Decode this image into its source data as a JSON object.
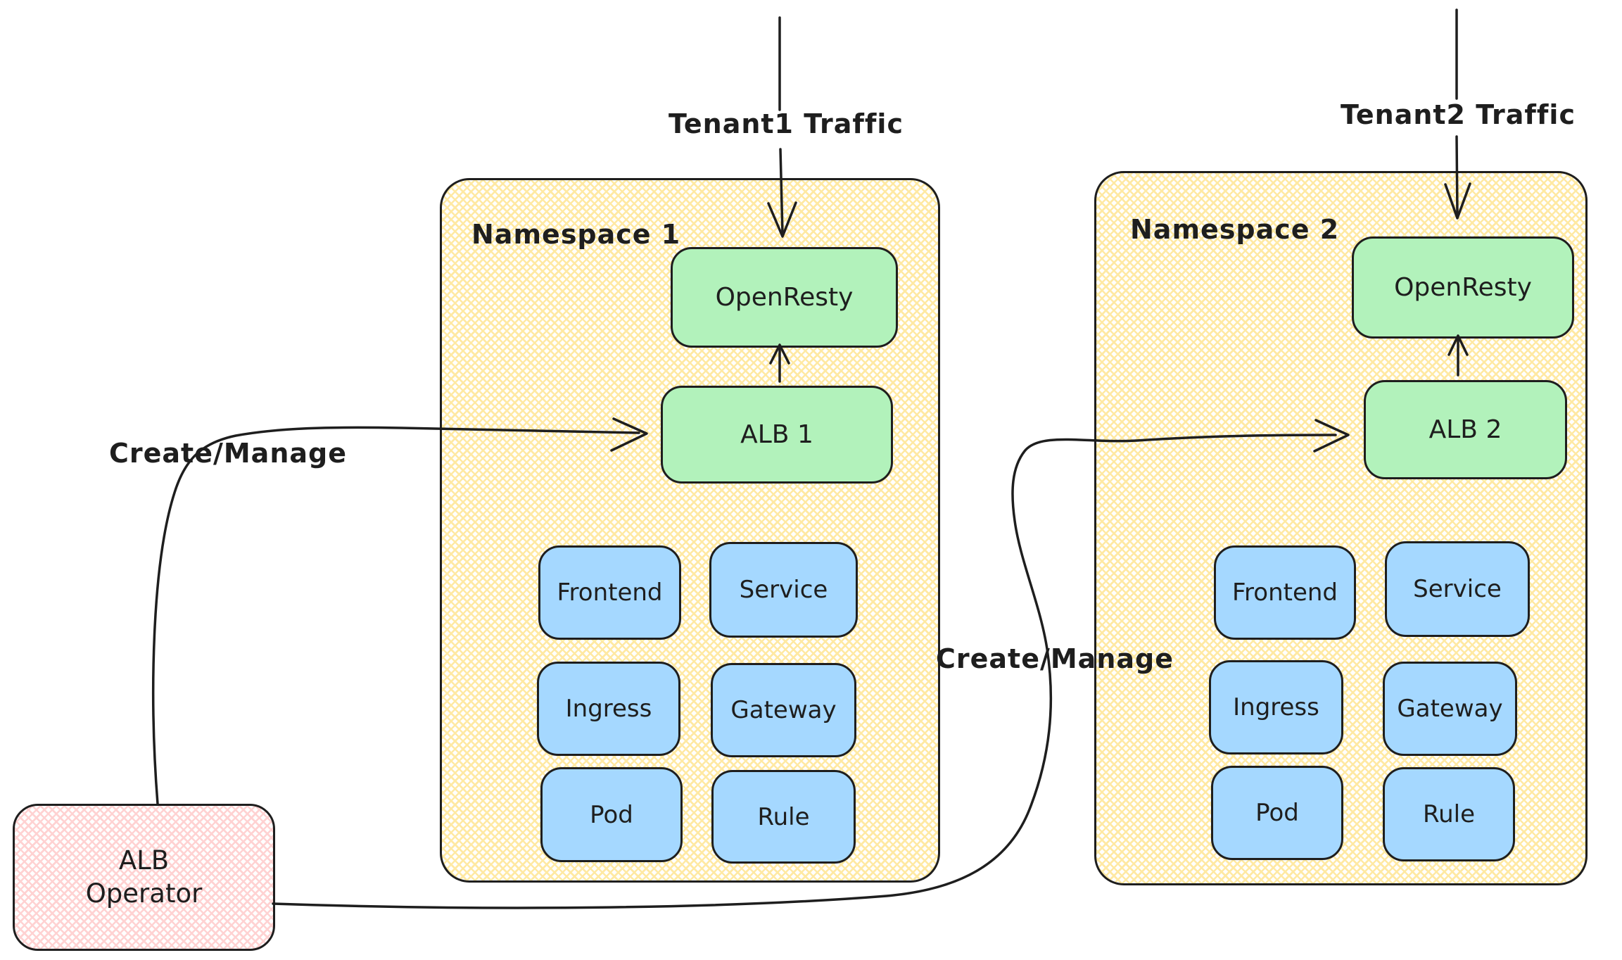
{
  "palette": {
    "stroke": "#1e1e1e",
    "namespace_fill": "#ffec99",
    "operator_fill": "#ffc9c9",
    "loadbalancer_fill": "#b2f2bb",
    "resource_fill": "#a5d8ff",
    "background": "#ffffff"
  },
  "edges": {
    "tenant1": {
      "label": "Tenant1 Traffic"
    },
    "tenant2": {
      "label": "Tenant2 Traffic"
    },
    "create_manage_left": {
      "label": "Create/Manage"
    },
    "create_manage_right": {
      "label": "Create/Manage"
    }
  },
  "namespaces": [
    {
      "title": "Namespace 1",
      "openresty": "OpenResty",
      "alb": "ALB 1",
      "resources": [
        "Frontend",
        "Service",
        "Ingress",
        "Gateway",
        "Pod",
        "Rule"
      ]
    },
    {
      "title": "Namespace 2",
      "openresty": "OpenResty",
      "alb": "ALB 2",
      "resources": [
        "Frontend",
        "Service",
        "Ingress",
        "Gateway",
        "Pod",
        "Rule"
      ]
    }
  ],
  "operator": {
    "label": "ALB\nOperator"
  }
}
